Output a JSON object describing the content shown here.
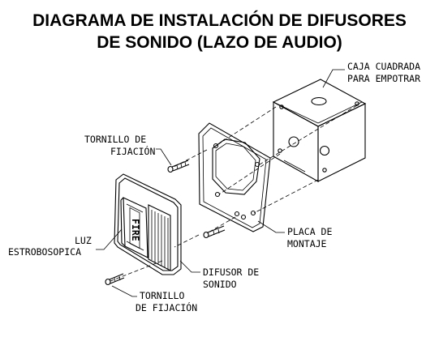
{
  "title": {
    "line1": "DIAGRAMA DE INSTALACIÓN DE DIFUSORES",
    "line2": "DE SONIDO (LAZO DE AUDIO)"
  },
  "labels": {
    "box": [
      "CAJA CUADRADA",
      "PARA EMPOTRAR"
    ],
    "screw_top": [
      "TORNILLO DE",
      "FIJACIÓN"
    ],
    "strobe": [
      "LUZ",
      "ESTROBOSOPICA"
    ],
    "plate": [
      "PLACA DE",
      "MONTAJE"
    ],
    "speaker": [
      "DIFUSOR DE",
      "SONIDO"
    ],
    "screw_bottom": [
      "TORNILLO",
      "DE FIJACIÓN"
    ]
  },
  "device_text": "FIRE"
}
